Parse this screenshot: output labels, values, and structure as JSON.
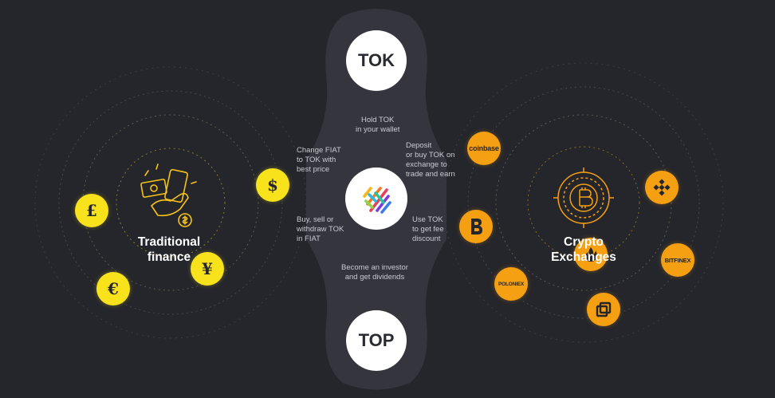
{
  "colors": {
    "background": "#25262b",
    "path": "#35363d",
    "node": "#ffffff",
    "fiat_coin": "#f7e21b",
    "exchange_coin": "#f59f12",
    "accent": "#f7c318",
    "text_muted": "#c9cad0"
  },
  "top_node": {
    "label": "TOK"
  },
  "bottom_node": {
    "label": "TOP"
  },
  "center_node": {
    "icon": "tok-logo-icon"
  },
  "flows": {
    "hold": "Hold TOK\nin your wallet",
    "change_fiat": "Change FIAT\nto TOK with\nbest price",
    "deposit": "Deposit\nor buy TOK on\nexchange to\ntrade and earn",
    "buy_sell": "Buy, sell or\nwithdraw TOK\nin FIAT",
    "use_tok": "Use TOK\nto get fee\ndiscount",
    "invest": "Become an investor\nand get dividends"
  },
  "traditional": {
    "title": "Traditional\nfinance",
    "icon": "cash-and-phone-icon",
    "coins": [
      {
        "name": "dollar",
        "symbol": "$"
      },
      {
        "name": "pound",
        "symbol": "£"
      },
      {
        "name": "yen",
        "symbol": "¥"
      },
      {
        "name": "euro",
        "symbol": "€"
      }
    ]
  },
  "crypto": {
    "title": "Crypto\nExchanges",
    "icon": "bitcoin-target-icon",
    "exchanges": [
      {
        "name": "coinbase",
        "label": "coinbase"
      },
      {
        "name": "binance",
        "label": ""
      },
      {
        "name": "bitfinex",
        "label": "BITFINEX"
      },
      {
        "name": "bittrex",
        "label": ""
      },
      {
        "name": "poloniex",
        "label": "POLONIEX"
      },
      {
        "name": "huobi",
        "label": ""
      },
      {
        "name": "cube",
        "label": ""
      }
    ]
  }
}
